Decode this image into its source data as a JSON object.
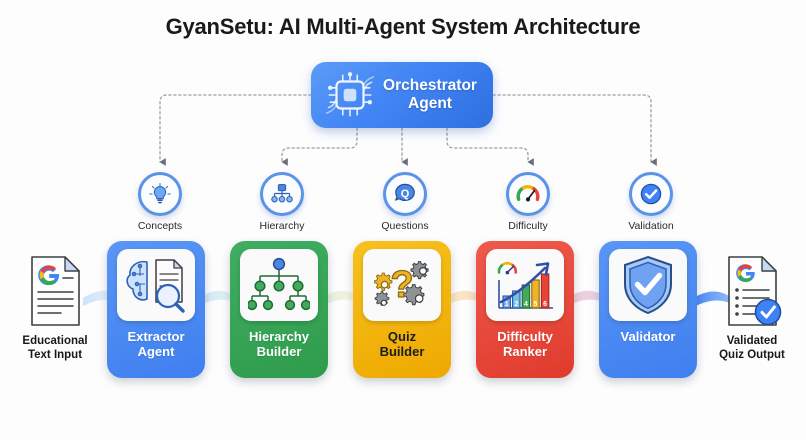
{
  "title": "GyanSetu: AI Multi-Agent System Architecture",
  "orchestrator": {
    "label": "Orchestrator Agent",
    "line1": "Orchestrator",
    "line2": "Agent",
    "icon": "cpu-chip-icon",
    "color": "#4285F4"
  },
  "badges": [
    {
      "label": "Concepts",
      "icon": "lightbulb-icon",
      "color": "#4285F4"
    },
    {
      "label": "Hierarchy",
      "icon": "org-tree-icon",
      "color": "#4285F4"
    },
    {
      "label": "Questions",
      "icon": "question-bubble-icon",
      "color": "#4285F4"
    },
    {
      "label": "Difficulty",
      "icon": "gauge-icon",
      "color": "#4285F4"
    },
    {
      "label": "Validation",
      "icon": "check-circle-icon",
      "color": "#4285F4"
    }
  ],
  "pipeline": [
    {
      "line1": "Extractor",
      "line2": "Agent",
      "label": "Extractor Agent",
      "icon": "brain-document-magnifier-icon",
      "color": "#4285F4",
      "text_color": "#FFFFFF"
    },
    {
      "line1": "Hierarchy",
      "line2": "Builder",
      "label": "Hierarchy Builder",
      "icon": "tree-nodes-icon",
      "color": "#34A853",
      "text_color": "#FFFFFF"
    },
    {
      "line1": "Quiz",
      "line2": "Builder",
      "label": "Quiz Builder",
      "icon": "question-gears-icon",
      "color": "#F4B400",
      "text_color": "#1D1D1F"
    },
    {
      "line1": "Difficulty",
      "line2": "Ranker",
      "label": "Difficulty Ranker",
      "icon": "bar-chart-trend-gauge-icon",
      "color": "#EA4335",
      "text_color": "#FFFFFF"
    },
    {
      "line1": "Validator",
      "line2": "",
      "label": "Validator",
      "icon": "shield-check-icon",
      "color": "#4285F4",
      "text_color": "#FFFFFF"
    }
  ],
  "input": {
    "line1": "Educational",
    "line2": "Text Input",
    "label": "Educational Text Input",
    "icon": "google-document-icon"
  },
  "output": {
    "line1": "Validated",
    "line2": "Quiz Output",
    "label": "Validated Quiz Output",
    "icon": "google-document-verified-icon"
  },
  "connectors": {
    "style": "dotted",
    "color": "#9AA0A6",
    "arrowhead": "triangle-down"
  },
  "background_color": "#FDFDFE"
}
